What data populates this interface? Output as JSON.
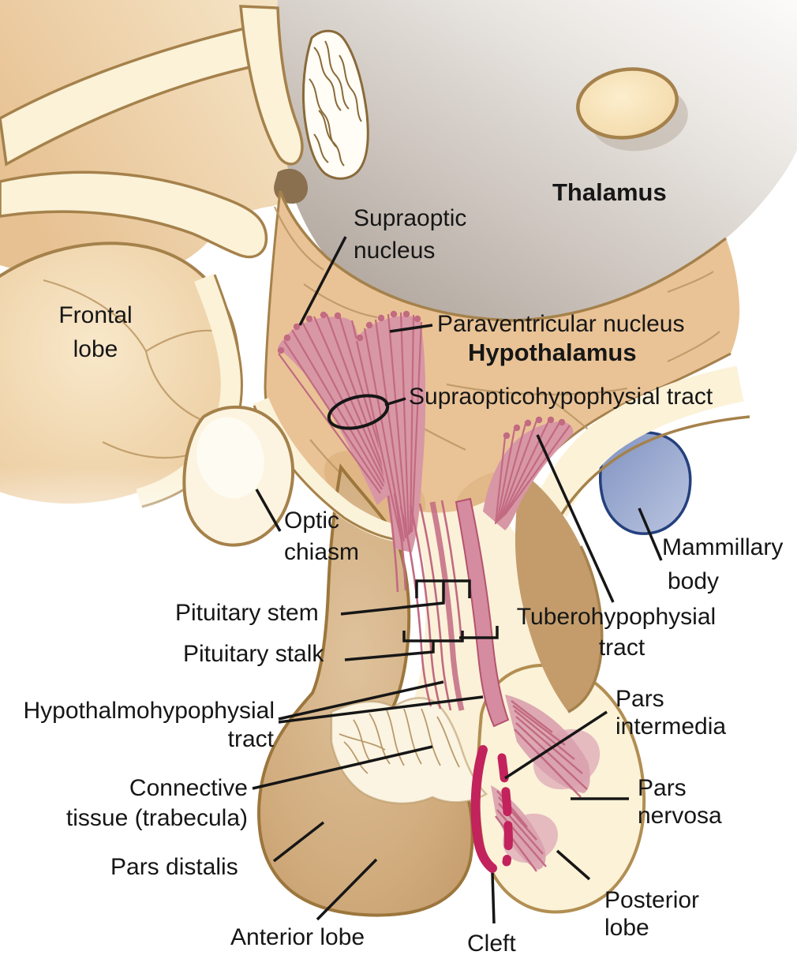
{
  "figure": {
    "type": "anatomical-diagram"
  },
  "labels": {
    "thalamus": {
      "text": "Thalamus"
    },
    "hypothalamus": {
      "text": "Hypothalamus"
    },
    "frontal_lobe": {
      "line1": "Frontal",
      "line2": "lobe"
    },
    "supraoptic_nucleus": {
      "line1": "Supraoptic",
      "line2": "nucleus"
    },
    "paraventricular_nucleus": {
      "text": "Paraventricular nucleus"
    },
    "supraopticohypophysial_tract": {
      "text": "Supraopticohypophysial tract"
    },
    "optic_chiasm": {
      "line1": "Optic",
      "line2": "chiasm"
    },
    "mammillary_body": {
      "line1": "Mammillary",
      "line2": "body"
    },
    "pituitary_stem": {
      "text": "Pituitary stem"
    },
    "pituitary_stalk": {
      "text": "Pituitary stalk"
    },
    "tuberohypophysial_tract": {
      "line1": "Tuberohypophysial",
      "line2": "tract"
    },
    "hypothalmohypophysial_tract": {
      "line1": "Hypothalmohypophysial",
      "line2": "tract"
    },
    "connective_tissue": {
      "line1": "Connective",
      "line2": "tissue (trabecula)"
    },
    "pars_intermedia": {
      "line1": "Pars",
      "line2": "intermedia"
    },
    "pars_nervosa": {
      "line1": "Pars",
      "line2": "nervosa"
    },
    "pars_distalis": {
      "text": "Pars distalis"
    },
    "anterior_lobe": {
      "text": "Anterior lobe"
    },
    "posterior_lobe": {
      "line1": "Posterior",
      "line2": "lobe"
    },
    "cleft": {
      "text": "Cleft"
    }
  },
  "colors": {
    "background": "#ffffff",
    "brain_tan": "#ecca9d",
    "brain_tan_dark": "#c49c6b",
    "cream": "#fbf2d8",
    "outline_brown": "#a5814b",
    "thalamus_gray": "#a69b92",
    "fiber_pink": "#d897a5",
    "fiber_pink_dark": "#c26a82",
    "cleft_magenta": "#c2235c",
    "mammillary_blue": "#8ea1cb",
    "mammillary_blue_dark": "#24407e",
    "leader_black": "#161616"
  }
}
